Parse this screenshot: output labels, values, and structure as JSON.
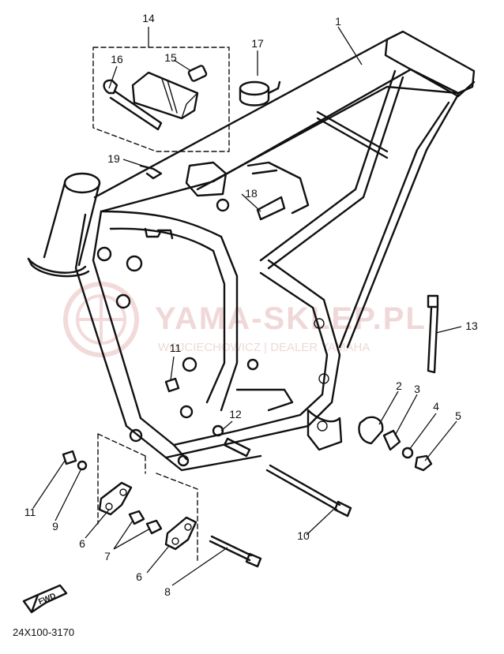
{
  "diagram": {
    "part_code": "24X100-3170",
    "fwd_label": "FWD",
    "watermark": {
      "brand": "YAMA-SKLEP.PL",
      "subtitle": "WOJCIECHOWICZ | DEALER YAMAHA"
    },
    "callouts": {
      "c1": "1",
      "c2": "2",
      "c3": "3",
      "c4": "4",
      "c5": "5",
      "c6a": "6",
      "c6b": "6",
      "c7": "7",
      "c8": "8",
      "c9": "9",
      "c10": "10",
      "c11a": "11",
      "c11b": "11",
      "c12": "12",
      "c13": "13",
      "c14": "14",
      "c15": "15",
      "c16": "16",
      "c17": "17",
      "c18": "18",
      "c19": "19"
    }
  }
}
